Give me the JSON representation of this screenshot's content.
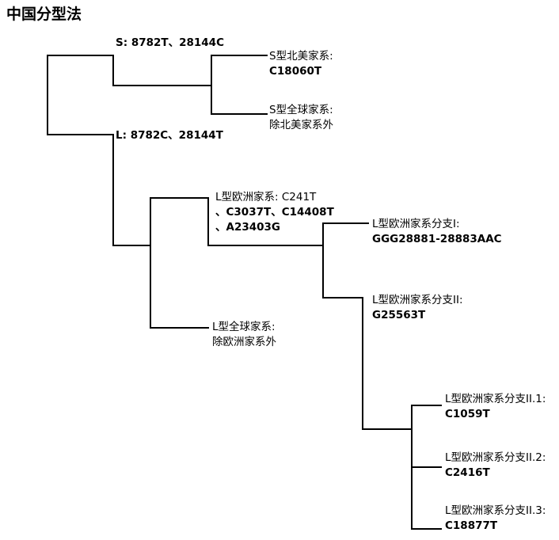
{
  "title": "中国分型法",
  "nodes": {
    "s_split": "S: 8782T、28144C",
    "s_na_1": "S型北美家系:",
    "s_na_2": "C18060T",
    "s_global_1": "S型全球家系:",
    "s_global_2": "除北美家系外",
    "l_split": "L: 8782C、28144T",
    "l_eu_1": "L型欧洲家系: C241T",
    "l_eu_2": "、C3037T、C14408T",
    "l_eu_3": "、A23403G",
    "l_eu_b1_1": "L型欧洲家系分支I:",
    "l_eu_b1_2": "GGG28881-28883AAC",
    "l_eu_b2_1": "L型欧洲家系分支II:",
    "l_eu_b2_2": "G25563T",
    "l_global_1": "L型全球家系:",
    "l_global_2": "除欧洲家系外",
    "l_eu_b21_1": "L型欧洲家系分支II.1:",
    "l_eu_b21_2": "C1059T",
    "l_eu_b22_1": "L型欧洲家系分支II.2:",
    "l_eu_b22_2": "C2416T",
    "l_eu_b23_1": "L型欧洲家系分支II.3:",
    "l_eu_b23_2": "C18877T"
  }
}
